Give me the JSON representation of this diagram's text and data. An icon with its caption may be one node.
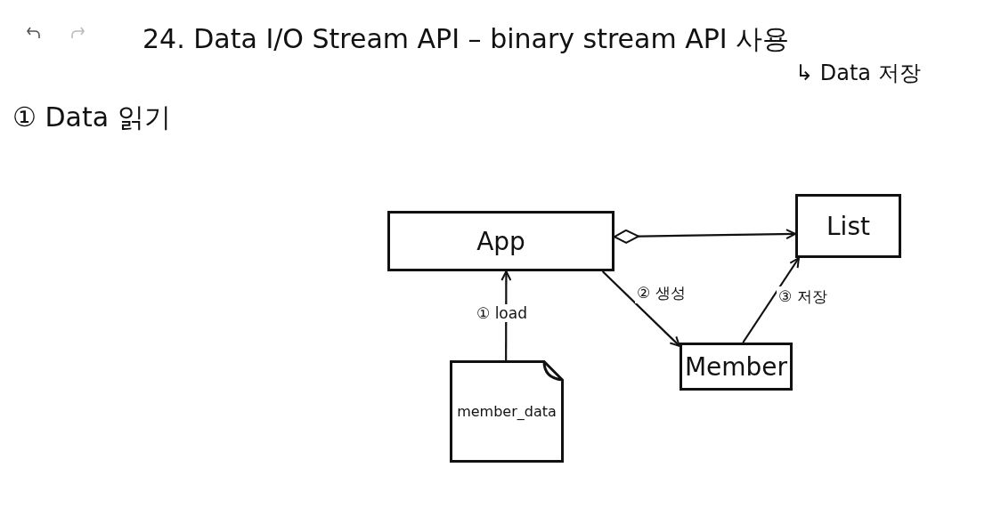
{
  "diagram": {
    "title": "24. Data I/O Stream API – binary stream API 사용",
    "nodes": [
      {
        "text": [
          "App"
        ]
      },
      {
        "text": [
          "List"
        ]
      },
      {
        "text": [
          "Member"
        ]
      },
      {
        "text": [
          "member_data"
        ]
      }
    ],
    "edges": [
      {
        "from": 0,
        "to": 1,
        "arrow": "to"
      },
      {
        "from": 3,
        "to": 0,
        "arrow": "to",
        "label": "① load"
      },
      {
        "from": 0,
        "to": 2,
        "arrow": "to",
        "label": "② 생성"
      },
      {
        "from": 2,
        "to": 1,
        "arrow": "to",
        "label": "③ 저장"
      }
    ],
    "labels": [
      "↳ Data 저장",
      "① Data 읽기"
    ]
  }
}
